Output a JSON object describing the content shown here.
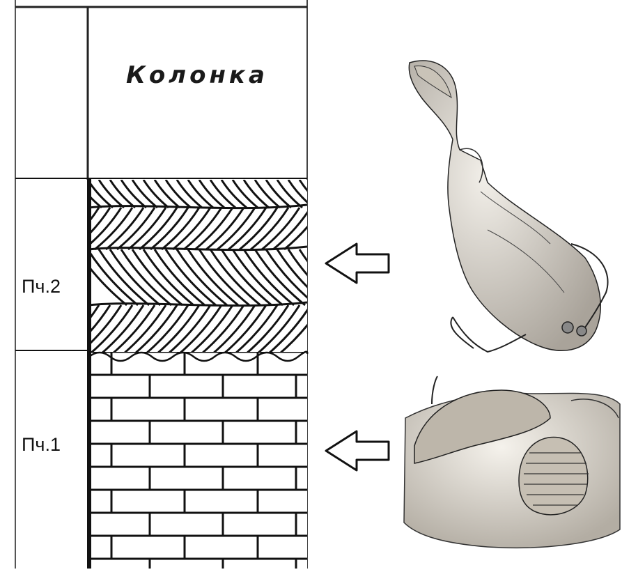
{
  "column": {
    "header_title": "Колонка",
    "layers": [
      {
        "label": "Пч.2",
        "lithology": "cross-bedded-sandstone",
        "fossil": "eurypterid"
      },
      {
        "label": "Пч.1",
        "lithology": "limestone",
        "fossil": "trilobites"
      }
    ],
    "boundary": "unconformity-wavy"
  },
  "colors": {
    "ink": "#1a1a1a",
    "paper": "#ffffff",
    "fossil_tint": "#d8d2c6"
  }
}
